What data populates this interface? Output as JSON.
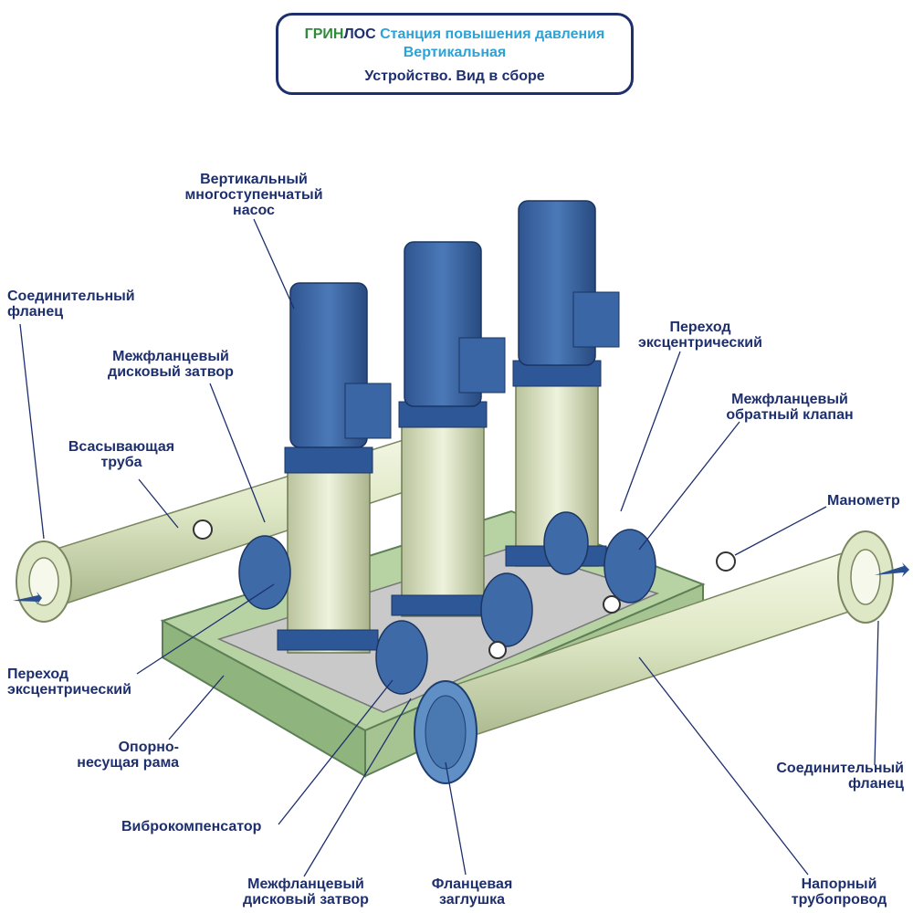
{
  "header": {
    "brand_part1": "ГРИН",
    "brand_part2": "ЛОС",
    "title": "Станция повышения давления",
    "subtitle": "Вертикальная",
    "view": "Устройство. Вид в сборе"
  },
  "labels": {
    "pump": [
      "Вертикальный",
      "многоступенчатый",
      "насос"
    ],
    "flange_left": [
      "Соединительный",
      "фланец"
    ],
    "butterfly_top": [
      "Межфланцевый",
      "дисковый затвор"
    ],
    "suction_pipe": [
      "Всасывающая",
      "труба"
    ],
    "reducer_left": [
      "Переход",
      "эксцентрический"
    ],
    "frame": [
      "Опорно-",
      "несущая рама"
    ],
    "compensator": [
      "Виброкомпенсатор"
    ],
    "butterfly_bottom": [
      "Межфланцевый",
      "дисковый затвор"
    ],
    "blind_flange": [
      "Фланцевая",
      "заглушка"
    ],
    "pressure_pipe": [
      "Напорный",
      "трубопровод"
    ],
    "flange_right": [
      "Соединительный",
      "фланец"
    ],
    "manometer": [
      "Манометр"
    ],
    "check_valve": [
      "Межфланцевый",
      "обратный клапан"
    ],
    "reducer_right": [
      "Переход",
      "эксцентрический"
    ]
  },
  "colors": {
    "accent": "#1e2f6e",
    "brand_green": "#2e8b3a",
    "cyan": "#2aa3d8",
    "motor_blue": "#3f6aa8",
    "pipe": "#dfe8c6",
    "frame": "#9fc28c"
  }
}
